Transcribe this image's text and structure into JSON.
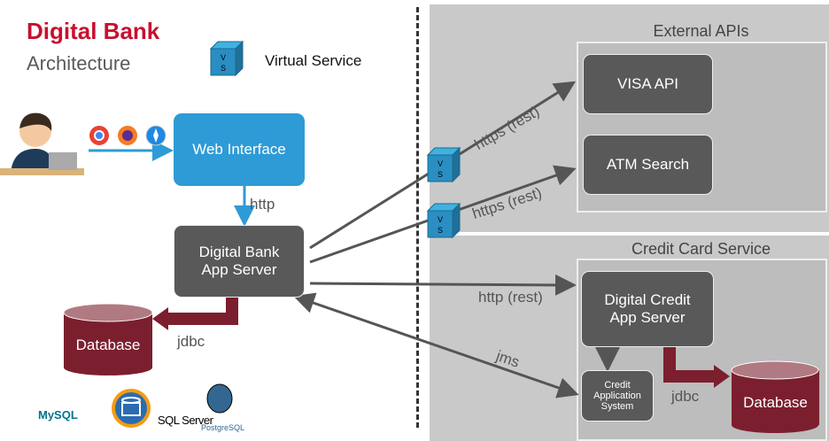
{
  "header": {
    "title": "Digital Bank",
    "subtitle": "Architecture"
  },
  "legend": {
    "icon": "virtual-service-cube-icon",
    "label": "Virtual Service",
    "cube_text": "V\nS"
  },
  "external": {
    "title": "External APIs",
    "visa": "VISA API",
    "atm": "ATM Search"
  },
  "credit": {
    "title": "Credit Card Service",
    "app_server": "Digital Credit\nApp Server",
    "cas": "Credit\nApplication\nSystem",
    "database": "Database"
  },
  "main": {
    "web": "Web Interface",
    "app_server": "Digital Bank\nApp Server",
    "database": "Database"
  },
  "connections": {
    "http": "http",
    "jdbc_left": "jdbc",
    "https1": "https (rest)",
    "https2": "https (rest)",
    "http_rest": "http (rest)",
    "jms": "jms",
    "jdbc_right": "jdbc"
  },
  "logos": {
    "mysql": "MySQL",
    "h2": "H2 DATABASE",
    "sqlserver": "SQL Server",
    "postgres": "PostgreSQL"
  },
  "colors": {
    "brand_red": "#c8102e",
    "web_blue": "#2e9bd6",
    "db_maroon": "#7b1f2e",
    "box_dark": "#595959"
  }
}
